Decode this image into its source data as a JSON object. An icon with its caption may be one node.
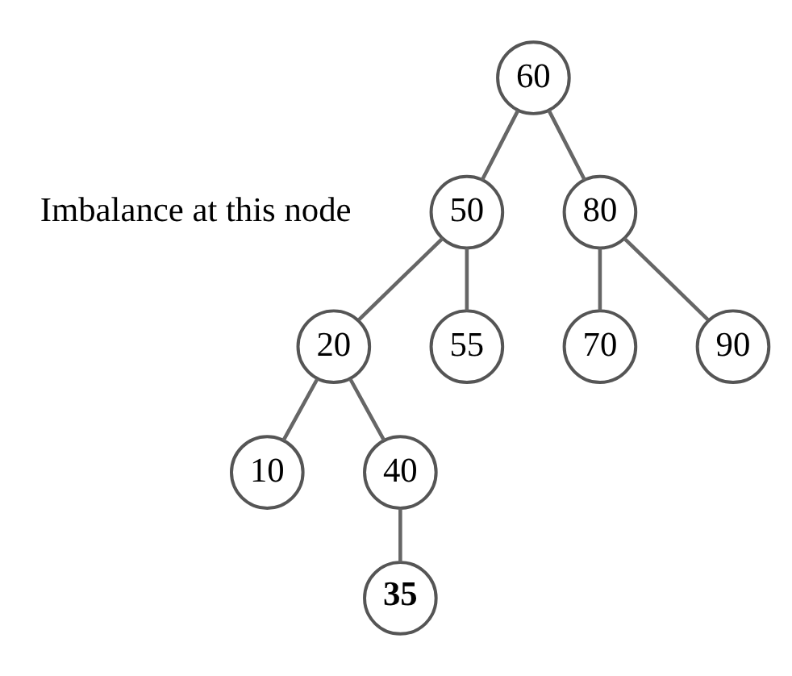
{
  "diagram": {
    "nodes": [
      {
        "text": [
          "60"
        ]
      },
      {
        "text": [
          "50"
        ],
        "beside": [
          "Imbalance at this node"
        ]
      },
      {
        "text": [
          "80"
        ]
      },
      {
        "text": [
          "20"
        ]
      },
      {
        "text": [
          "55"
        ]
      },
      {
        "text": [
          "70"
        ]
      },
      {
        "text": [
          "90"
        ]
      },
      {
        "text": [
          "10"
        ]
      },
      {
        "text": [
          "40"
        ]
      },
      {
        "text": [
          "35"
        ]
      }
    ],
    "edges": [
      {
        "from": 0,
        "to": 1,
        "arrow": "none"
      },
      {
        "from": 0,
        "to": 2,
        "arrow": "none"
      },
      {
        "from": 1,
        "to": 3,
        "arrow": "none"
      },
      {
        "from": 1,
        "to": 4,
        "arrow": "none"
      },
      {
        "from": 2,
        "to": 5,
        "arrow": "none"
      },
      {
        "from": 2,
        "to": 6,
        "arrow": "none"
      },
      {
        "from": 3,
        "to": 7,
        "arrow": "none"
      },
      {
        "from": 3,
        "to": 8,
        "arrow": "none"
      },
      {
        "from": 8,
        "to": 9,
        "arrow": "none"
      }
    ]
  }
}
